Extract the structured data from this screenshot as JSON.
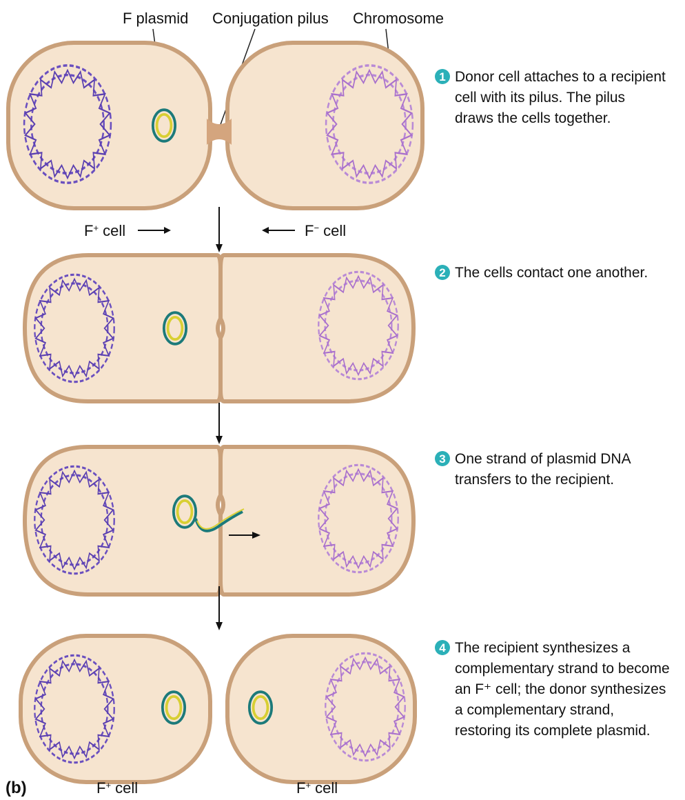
{
  "labels": {
    "f_plasmid": "F plasmid",
    "pilus": "Conjugation pilus",
    "chromosome": "Chromosome",
    "panel": "(b)"
  },
  "cell_labels": {
    "f_plus": {
      "base": "F",
      "sup": "+",
      "suffix": " cell"
    },
    "f_minus": {
      "base": "F",
      "sup": "−",
      "suffix": " cell"
    }
  },
  "steps": [
    {
      "num": "1",
      "lines": [
        "Donor cell attaches to a recipient",
        "cell with its pilus. The pilus",
        "draws the cells together."
      ]
    },
    {
      "num": "2",
      "lines": [
        "The cells contact one another."
      ]
    },
    {
      "num": "3",
      "lines": [
        "One strand of plasmid DNA",
        "transfers to the recipient."
      ]
    },
    {
      "num": "4",
      "lines": [
        "The recipient synthesizes a",
        "complementary strand to become",
        "an F⁺ cell; the donor synthesizes",
        "a complementary strand,",
        "restoring its complete plasmid."
      ]
    }
  ],
  "colors": {
    "cytoplasm": "#f6e4cf",
    "membrane": "#c9a07a",
    "pilus": "#d4a57e",
    "chromosome_donor": "#6a4fbf",
    "chromosome_recipient": "#b98ad6",
    "plasmid_outer": "#1c7a7a",
    "plasmid_inner": "#d8cf33",
    "badge": "#2bb0b8"
  }
}
